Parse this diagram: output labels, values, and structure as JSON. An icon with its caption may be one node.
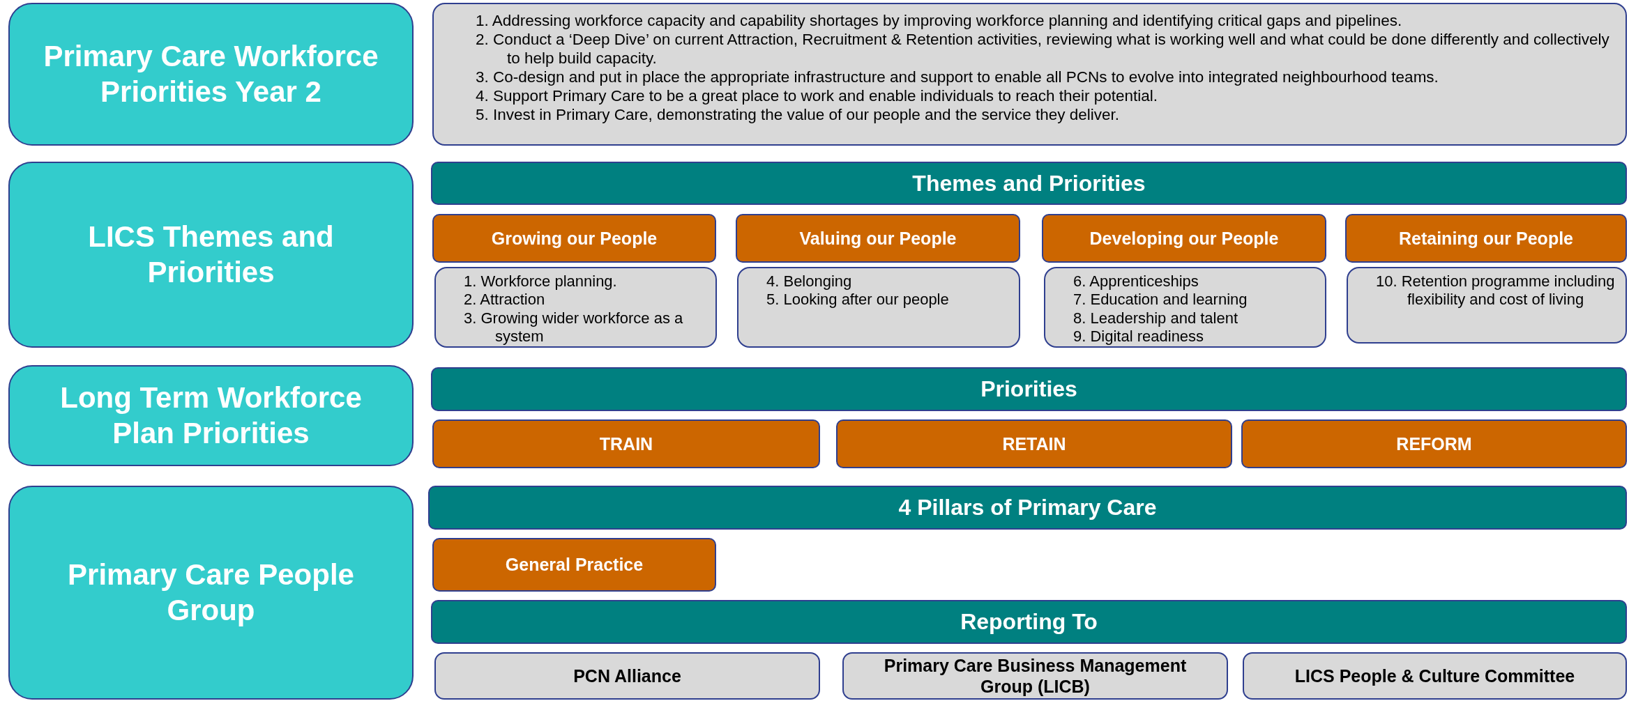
{
  "diagram": {
    "nodes": [
      {
        "text": [
          "Primary Care Workforce Priorities Year 2"
        ]
      },
      {
        "text": [
          "1. Addressing workforce capacity and capability shortages by improving workforce planning and identifying critical gaps and pipelines.",
          "2. Conduct a ‘Deep Dive’ on current Attraction, Recruitment & Retention activities, reviewing what is working well and what could be done differently and collectively to help build capacity.",
          "3. Co-design and put in place the appropriate infrastructure and support to enable all PCNs to evolve into integrated neighbourhood teams.",
          "4. Support Primary Care to be a great place to work and enable individuals to reach their potential.",
          "5. Invest in Primary Care, demonstrating the value of our people and the service they deliver."
        ]
      },
      {
        "text": [
          "LICS Themes and Priorities"
        ]
      },
      {
        "text": [
          "Themes and Priorities"
        ]
      },
      {
        "text": [
          "Growing our People"
        ]
      },
      {
        "text": [
          "1. Workforce planning.",
          "2. Attraction",
          "3. Growing wider workforce as a system"
        ]
      },
      {
        "text": [
          "Valuing our People"
        ]
      },
      {
        "text": [
          "4. Belonging",
          "5. Looking after our people"
        ]
      },
      {
        "text": [
          "Developing our People"
        ]
      },
      {
        "text": [
          "6. Apprenticeships",
          "7. Education and learning",
          "8. Leadership and talent",
          "9. Digital readiness"
        ]
      },
      {
        "text": [
          "Retaining our People"
        ]
      },
      {
        "text": [
          "10. Retention programme including flexibility and cost of living"
        ]
      },
      {
        "text": [
          "Long Term Workforce Plan Priorities"
        ]
      },
      {
        "text": [
          "Priorities"
        ]
      },
      {
        "text": [
          "TRAIN"
        ]
      },
      {
        "text": [
          "RETAIN"
        ]
      },
      {
        "text": [
          "REFORM"
        ]
      },
      {
        "text": [
          "Primary Care People Group"
        ]
      },
      {
        "text": [
          "4 Pillars of Primary Care"
        ]
      },
      {
        "text": [
          "General Practice"
        ]
      },
      {
        "text": [
          "Reporting To"
        ]
      },
      {
        "text": [
          "PCN Alliance"
        ]
      },
      {
        "text": [
          "Primary Care Business Management Group (LICB)"
        ]
      },
      {
        "text": [
          "LICS People & Culture Committee"
        ]
      }
    ],
    "edges": []
  }
}
